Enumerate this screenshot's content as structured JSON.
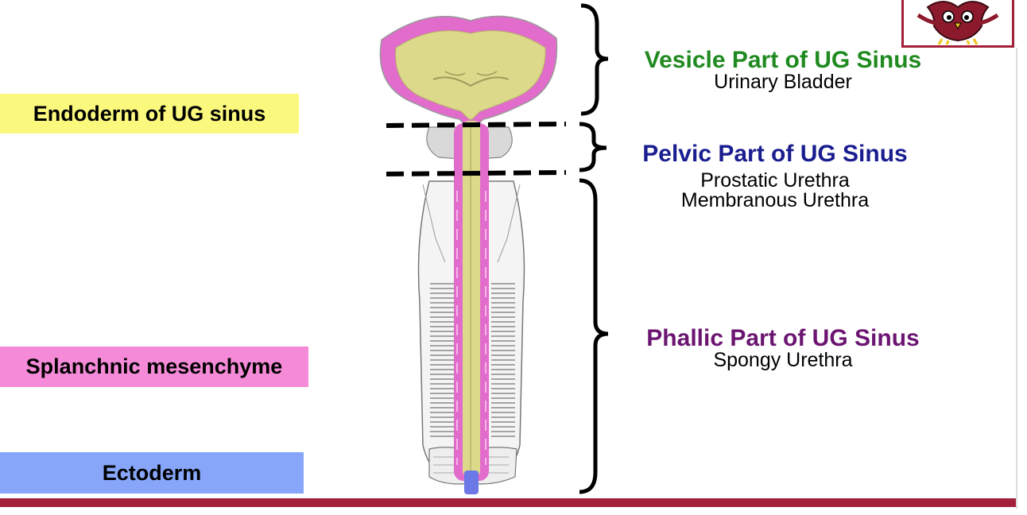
{
  "legend": {
    "endoderm": {
      "label": "Endoderm of UG sinus",
      "color": "#fbf97d"
    },
    "mesenchyme": {
      "label": "Splanchnic mesenchyme",
      "color": "#f58ad8"
    },
    "ectoderm": {
      "label": "Ectoderm",
      "color": "#87a6fa"
    }
  },
  "regions": {
    "vesicle": {
      "title": "Vesicle Part of UG Sinus",
      "subtitle": "Urinary Bladder",
      "color": "#1f8a1f"
    },
    "pelvic": {
      "title": "Pelvic Part of UG Sinus",
      "subtitle_1": "Prostatic Urethra",
      "subtitle_2": "Membranous Urethra",
      "color": "#1a1d8f"
    },
    "phallic": {
      "title": "Phallic Part of UG Sinus",
      "subtitle": "Spongy Urethra",
      "color": "#6b1571"
    }
  },
  "theme": {
    "bar_color": "#a3203a",
    "endoderm_fill": "#dcd98a",
    "mesenchyme_fill": "#e26ccc",
    "ectoderm_fill": "#6b78e6"
  }
}
